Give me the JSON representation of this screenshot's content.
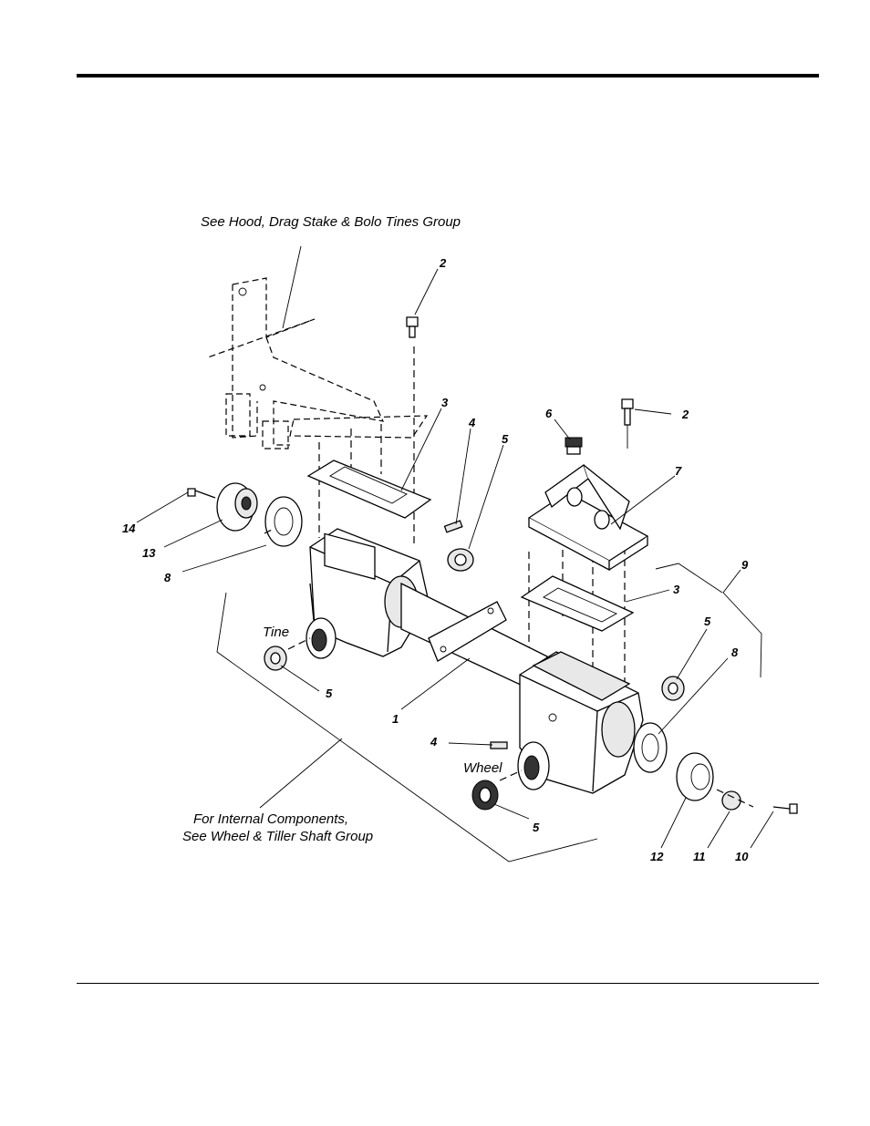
{
  "notes": {
    "hood_group": "See Hood, Drag Stake & Bolo Tines Group",
    "internal_line1": "For Internal Components,",
    "internal_line2": "See Wheel & Tiller Shaft Group",
    "tine": "Tine",
    "wheel": "Wheel"
  },
  "callouts": {
    "c2a": "2",
    "c2b": "2",
    "c3a": "3",
    "c3b": "3",
    "c4a": "4",
    "c4b": "4",
    "c5a": "5",
    "c5b": "5",
    "c5c": "5",
    "c5d": "5",
    "c6": "6",
    "c7": "7",
    "c8a": "8",
    "c8b": "8",
    "c9": "9",
    "c1": "1",
    "c10": "10",
    "c11": "11",
    "c12": "12",
    "c13": "13",
    "c14": "14"
  }
}
